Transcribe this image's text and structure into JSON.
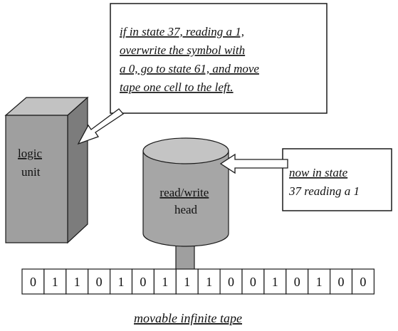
{
  "callout_rule": {
    "lines": [
      "if in state 37, reading a 1,",
      "overwrite the symbol with",
      "a 0, go to state 61, and move",
      "tape one cell to the left."
    ]
  },
  "logic_unit": {
    "label_lines": [
      "logic",
      "unit"
    ]
  },
  "head": {
    "label_lines": [
      "read/write",
      "head"
    ]
  },
  "callout_state": {
    "lines": [
      "now in state",
      "37 reading a 1"
    ]
  },
  "tape": {
    "cells": [
      "0",
      "1",
      "1",
      "0",
      "1",
      "0",
      "1",
      "1",
      "1",
      "0",
      "0",
      "1",
      "0",
      "1",
      "0",
      "0"
    ],
    "caption": "movable infinite tape"
  },
  "colors": {
    "block_front": "#9f9f9f",
    "block_side": "#7c7c7c",
    "block_top": "#c2c2c2",
    "cylinder": "#a6a6a6",
    "cylinder_top": "#c4c4c4",
    "stroke": "#1a1a1a"
  }
}
